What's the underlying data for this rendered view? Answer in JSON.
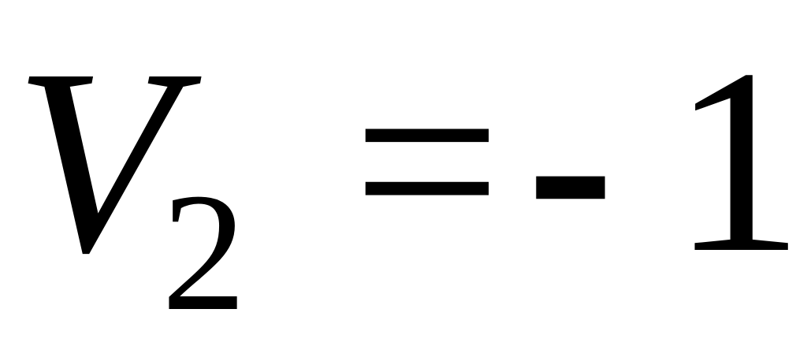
{
  "formula": {
    "variable": "V",
    "subscript": "2",
    "equals": "=",
    "minus": "-",
    "value": "1"
  }
}
